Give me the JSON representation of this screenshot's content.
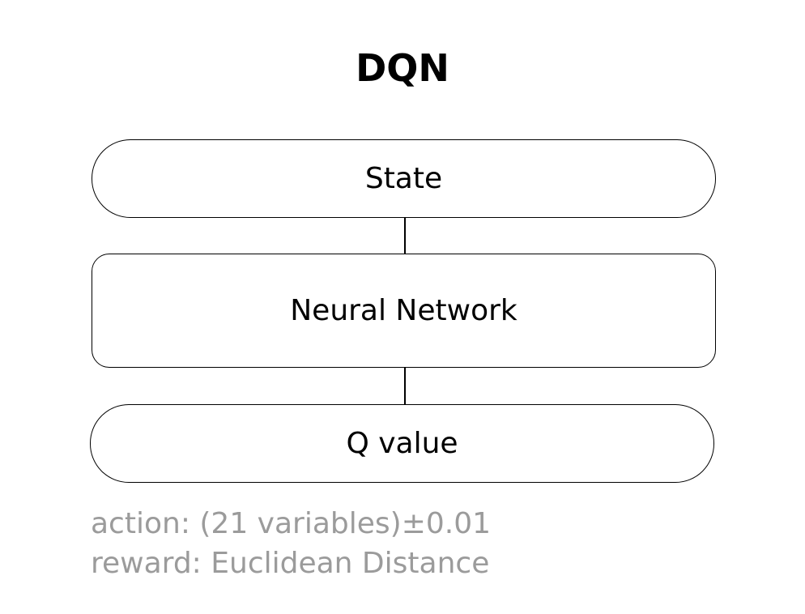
{
  "title": "DQN",
  "nodes": {
    "state": "State",
    "network": "Neural Network",
    "q_value": "Q value"
  },
  "notes": {
    "action": "action: (21 variables)±0.01",
    "reward": "reward: Euclidean Distance"
  }
}
